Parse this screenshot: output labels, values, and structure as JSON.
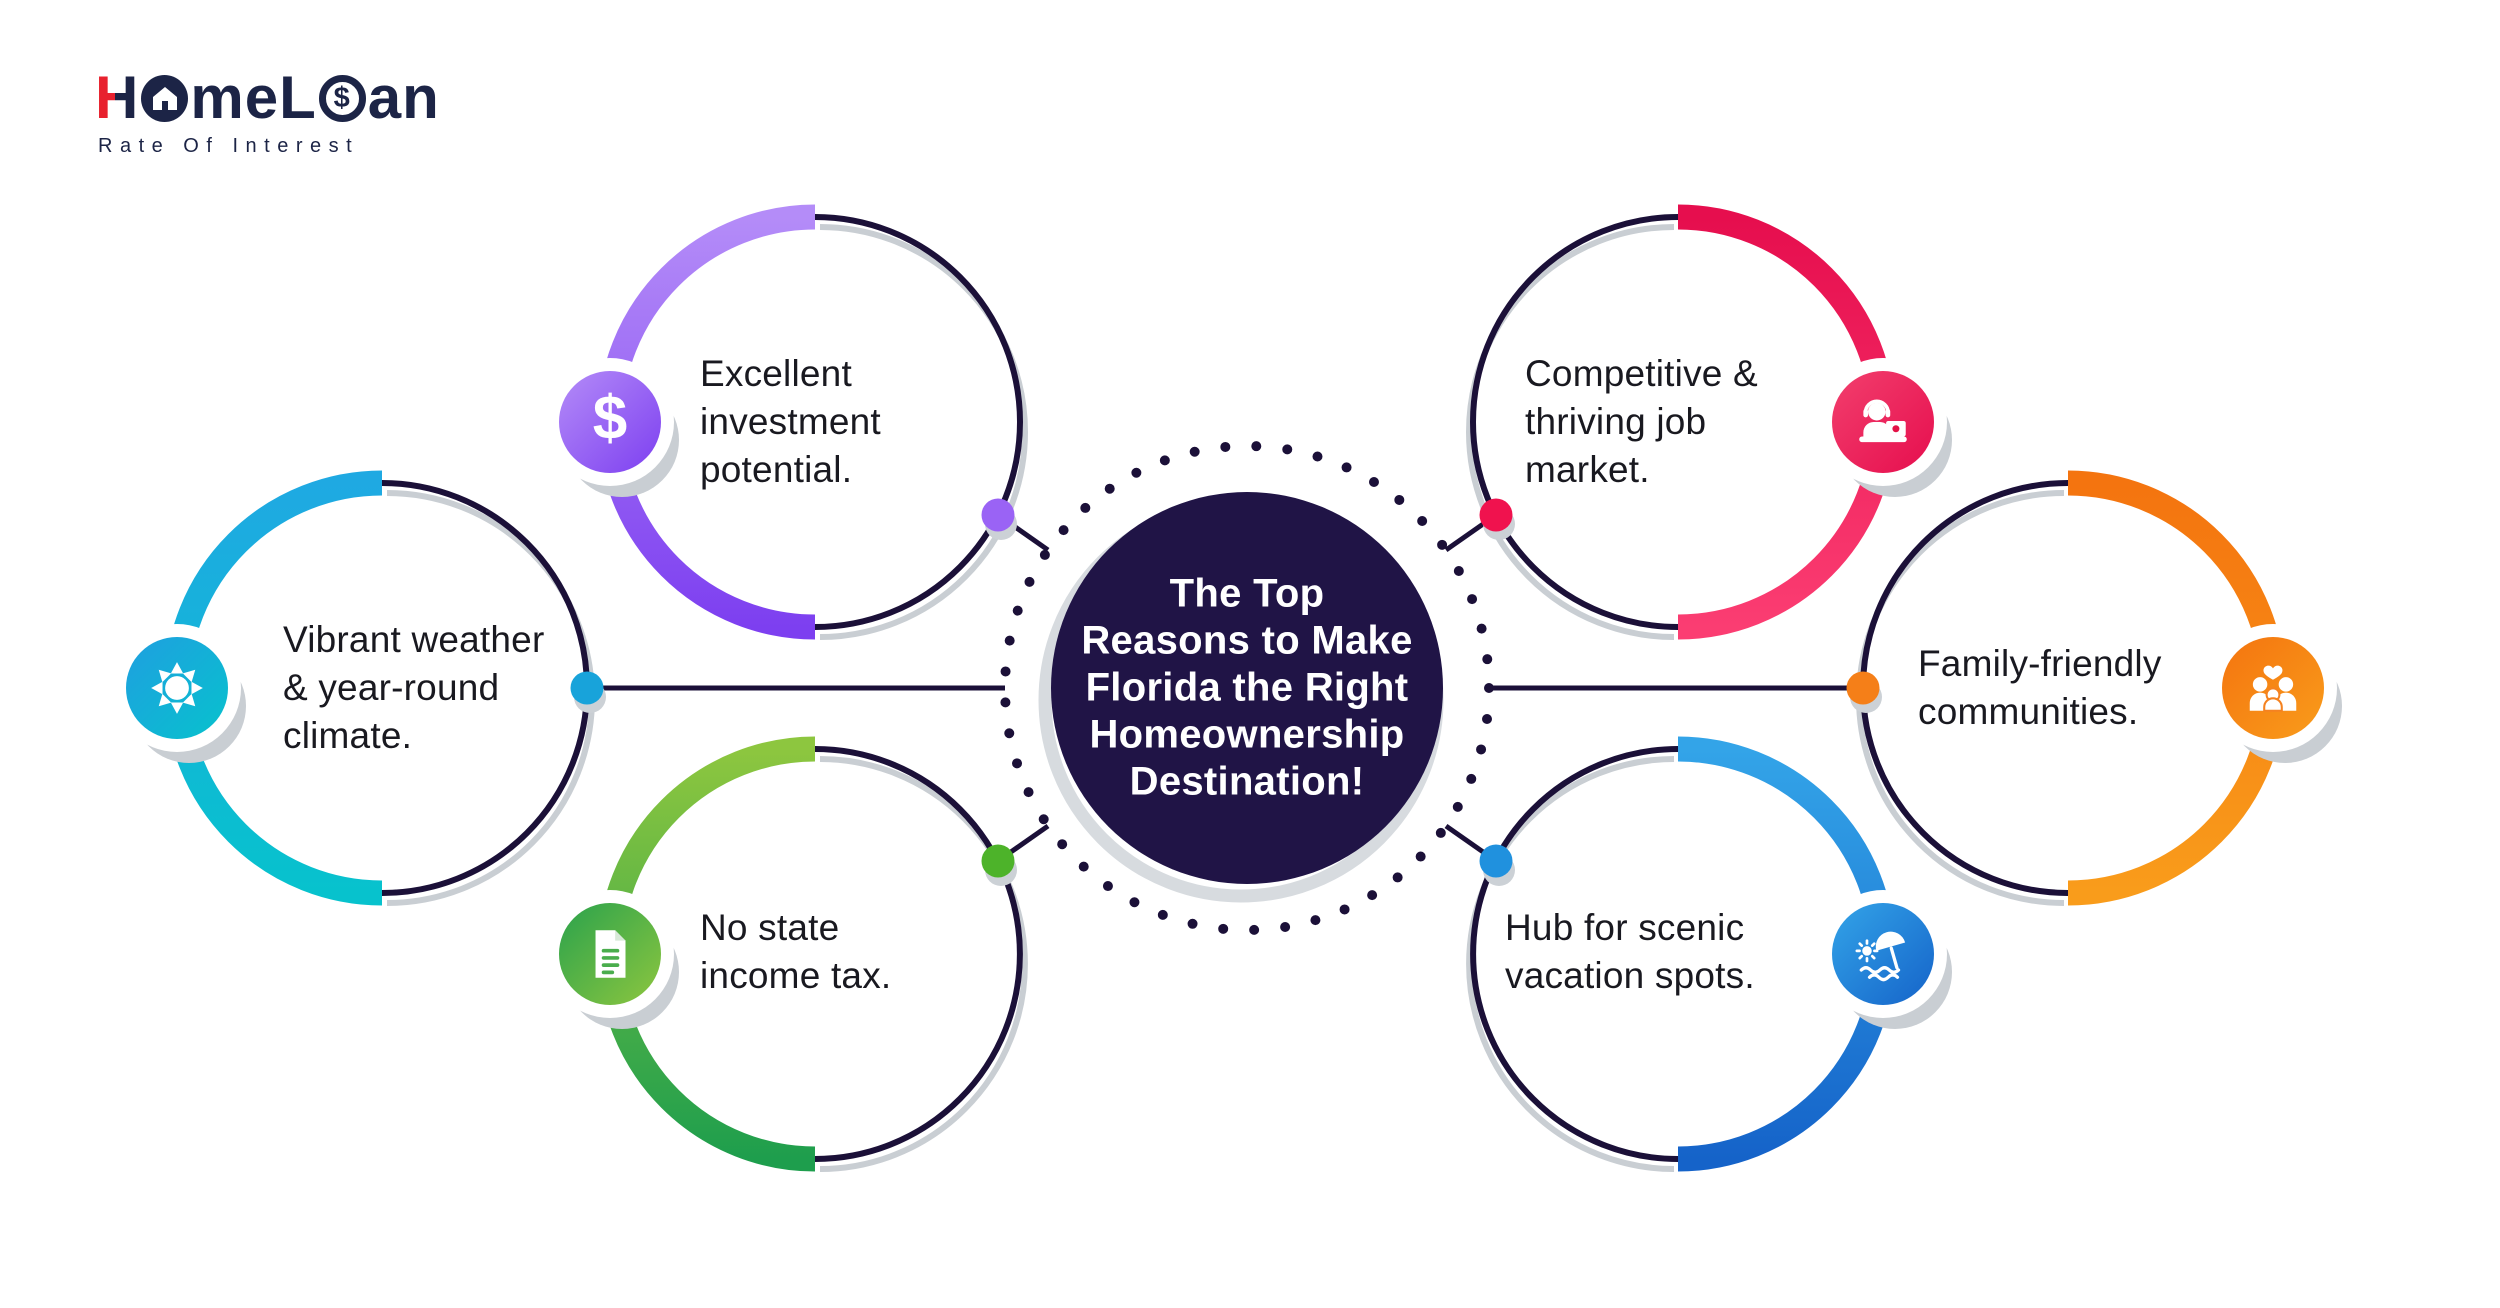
{
  "logo": {
    "word_part1": "H",
    "word_part2": "me",
    "word_part3": "L",
    "word_part4": "an",
    "coin_symbol": "$",
    "tagline": "Rate Of Interest",
    "navy": "#1c2446",
    "red": "#e8212e"
  },
  "center": {
    "label": "The Top\nReasons to Make\nFlorida the Right\nHomeownership\nDestination!",
    "fill_color": "#201446",
    "text_color": "#ffffff"
  },
  "satellites": [
    {
      "id": "investment",
      "label": "Excellent\ninvestment\npotential.",
      "icon": "dollar-icon",
      "glyph": "$",
      "color_from": "#b48cf8",
      "color_to": "#7d3ff0",
      "dot_color": "#9a63f5"
    },
    {
      "id": "weather",
      "label": "Vibrant weather\n& year-round\nclimate.",
      "icon": "sun-icon",
      "color_from": "#1fa9e2",
      "color_to": "#07c2cd",
      "dot_color": "#18a3da"
    },
    {
      "id": "tax",
      "label": "No state\nincome tax.",
      "icon": "document-icon",
      "color_from": "#8dc63f",
      "color_to": "#1e9e4d",
      "dot_color": "#4db32a"
    },
    {
      "id": "job",
      "label": "Competitive &\nthriving job\nmarket.",
      "icon": "job-seeker-icon",
      "color_from": "#e60e4e",
      "color_to": "#fb3d72",
      "dot_color": "#f0124e"
    },
    {
      "id": "family",
      "label": "Family-friendly\ncommunities.",
      "icon": "family-icon",
      "color_from": "#f4740f",
      "color_to": "#f99c1b",
      "dot_color": "#f57f18"
    },
    {
      "id": "vacation",
      "label": "Hub for scenic\nvacation spots.",
      "icon": "beach-icon",
      "color_from": "#33a4e8",
      "color_to": "#1563c9",
      "dot_color": "#2091de"
    }
  ],
  "colors": {
    "line_navy": "#1b1038",
    "shadow_gray": "#c9ced3",
    "background": "#ffffff"
  }
}
